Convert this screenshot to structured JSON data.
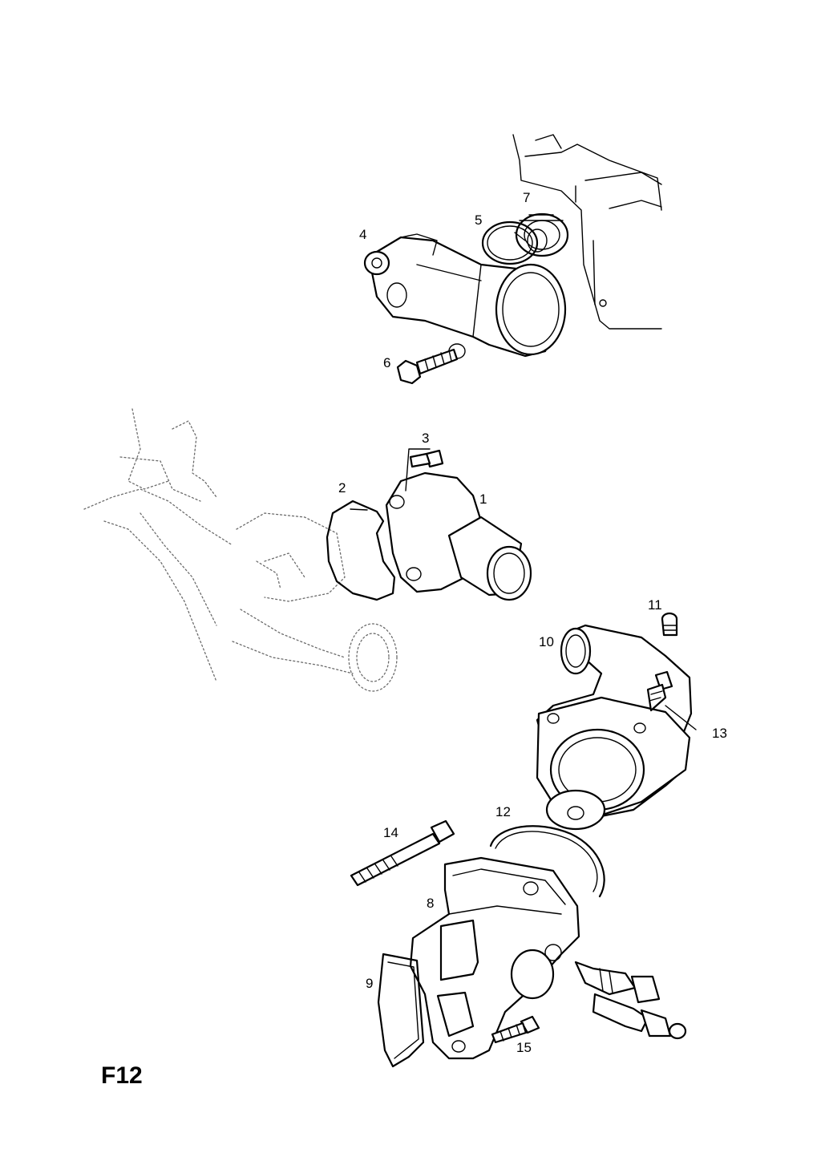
{
  "figure_code": "F12",
  "callouts": {
    "c1": "1",
    "c2": "2",
    "c3": "3",
    "c4": "4",
    "c5": "5",
    "c6": "6",
    "c7": "7",
    "c8": "8",
    "c9": "9",
    "c10": "10",
    "c11": "11",
    "c12": "12",
    "c13": "13",
    "c14": "14",
    "c15": "15"
  }
}
